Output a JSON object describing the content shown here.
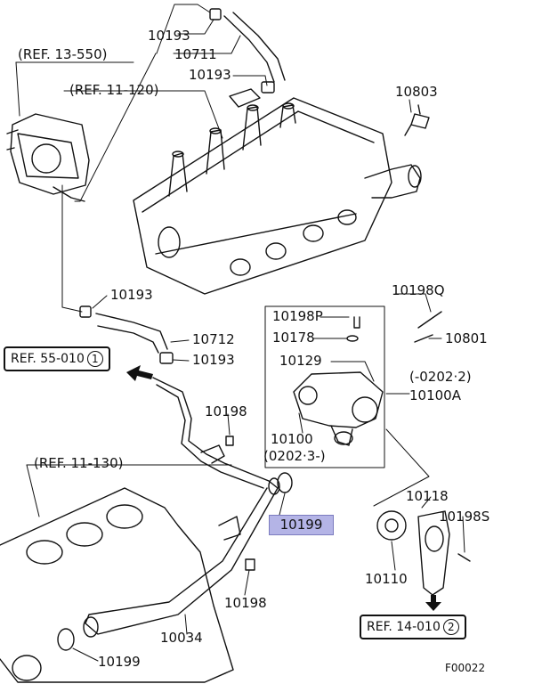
{
  "diagram": {
    "accent_color": "#b4b4e6",
    "part_labels": {
      "p10193_top": "10193",
      "p10711": "10711",
      "p10193_mid": "10193",
      "p10803": "10803",
      "p10193_left": "10193",
      "p10712": "10712",
      "p10193_lower": "10193",
      "p10198q": "10198Q",
      "p10198p": "10198P",
      "p10178": "10178",
      "p10801": "10801",
      "p10129": "10129",
      "p10100a": "10100A",
      "p10100": "10100",
      "p10198_mid": "10198",
      "p10199_highlight": "10199",
      "p10118": "10118",
      "p10198s": "10198S",
      "p10110": "10110",
      "p10198_low": "10198",
      "p10034": "10034",
      "p10199_low": "10199"
    },
    "ref_labels": {
      "ref_13_550": "(REF. 13-550)",
      "ref_11_120": "(REF. 11-120)",
      "ref_11_130": "(REF. 11-130)"
    },
    "ref_boxes": {
      "ref_55_010": {
        "text": "REF. 55-010",
        "circle": "1"
      },
      "ref_14_010": {
        "text": "REF. 14-010",
        "circle": "2"
      }
    },
    "date_notes": {
      "upto_0202_2": "(-0202·2)",
      "from_0202_3": "(0202·3-)"
    },
    "figure_code": "F00022"
  }
}
